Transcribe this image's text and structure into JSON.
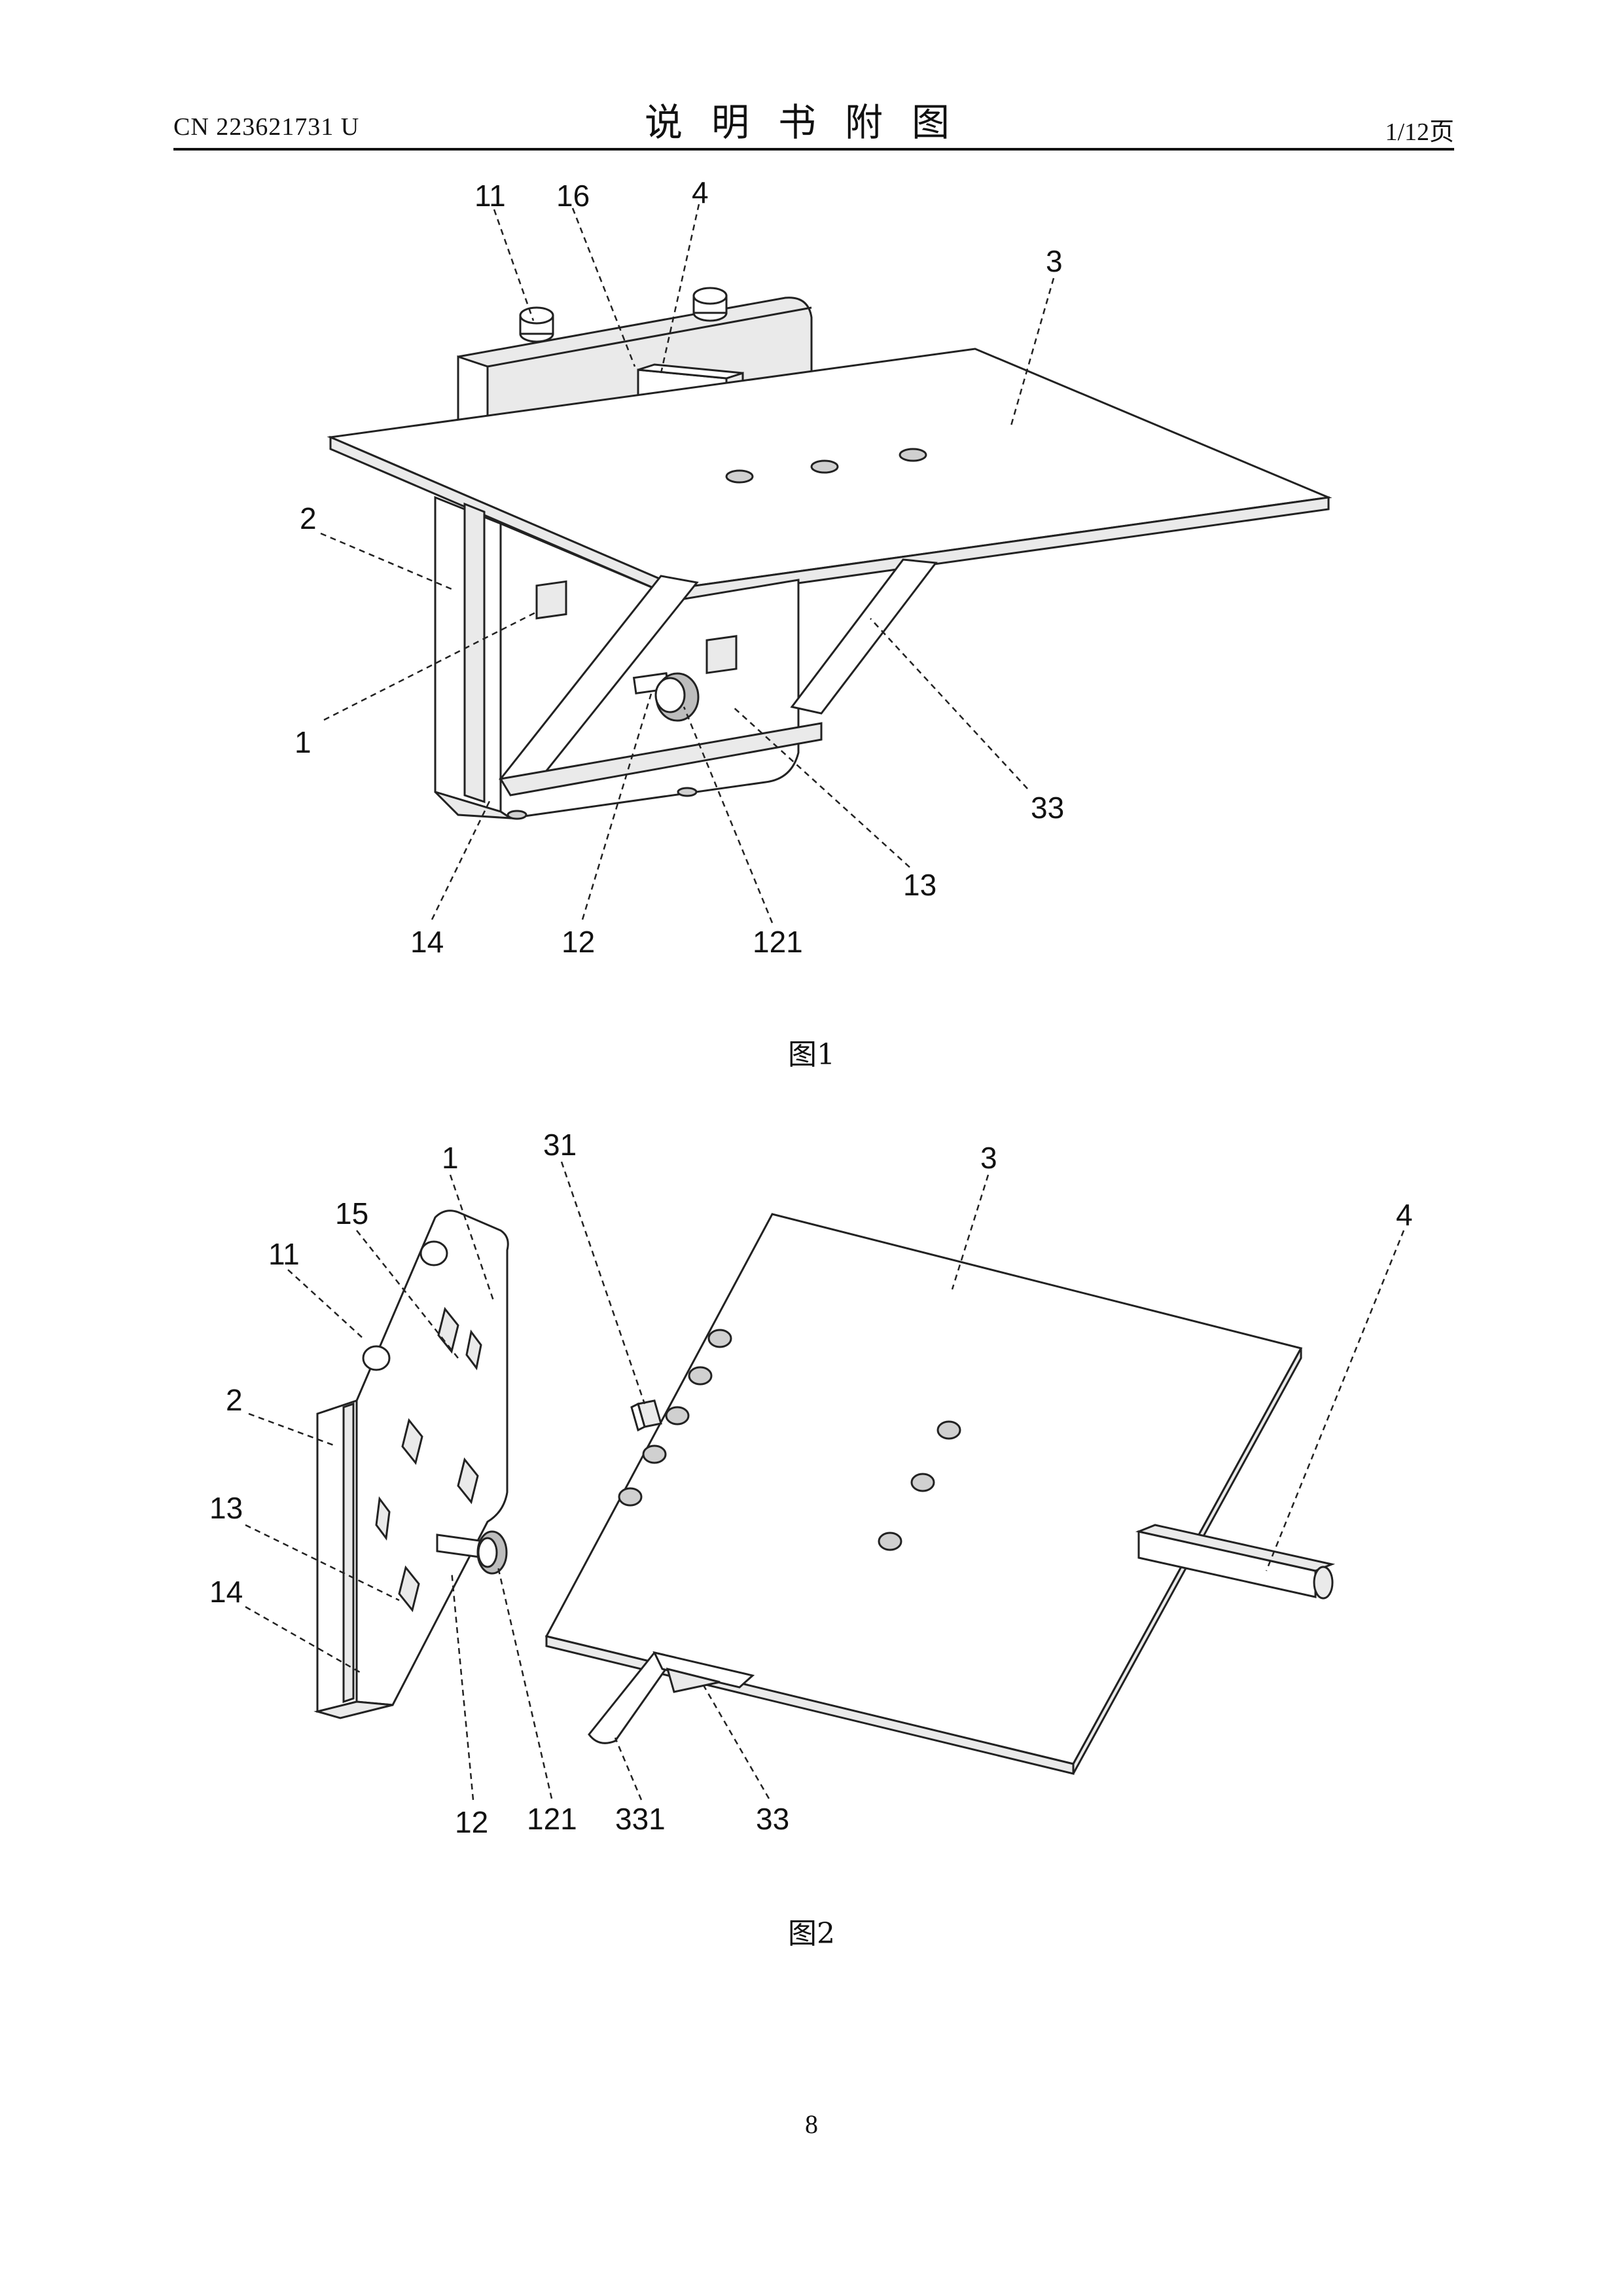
{
  "header": {
    "pub_number": "CN 223621731 U",
    "title": "说明书附图",
    "page_of": "1/12页"
  },
  "figures": [
    {
      "caption": "图1",
      "labels": [
        "11",
        "16",
        "4",
        "3",
        "2",
        "1",
        "33",
        "13",
        "14",
        "12",
        "121"
      ]
    },
    {
      "caption": "图2",
      "labels": [
        "31",
        "1",
        "3",
        "4",
        "15",
        "11",
        "2",
        "13",
        "14",
        "12",
        "121",
        "331",
        "33"
      ]
    }
  ],
  "footer": {
    "page_number": "8"
  }
}
